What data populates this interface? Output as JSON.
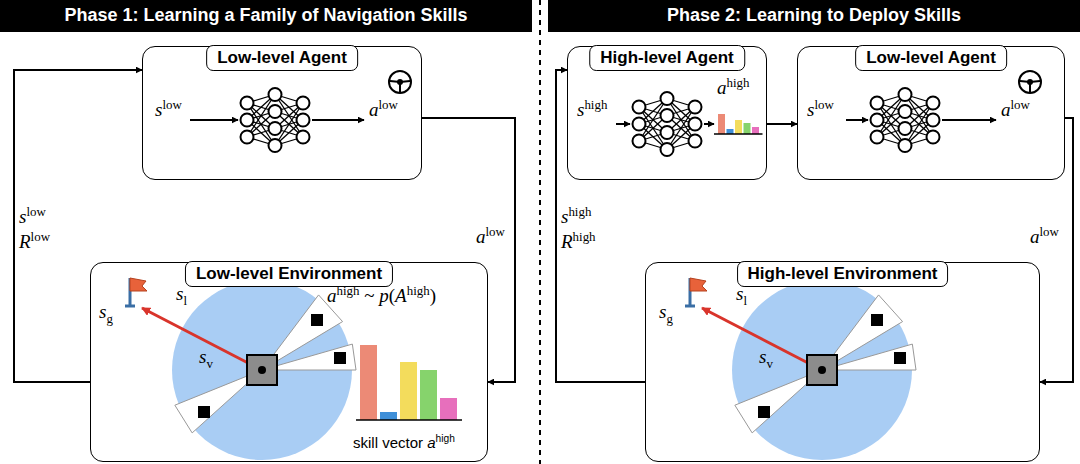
{
  "diagram": {
    "nodes": [
      {
        "text": [
          "Phase 1: Learning a Family of Navigation Skills"
        ]
      },
      {
        "text": [
          "Phase 2: Learning to Deploy Skills"
        ]
      },
      {
        "text": [
          "Low-level Agent",
          "slow",
          "alow"
        ]
      },
      {
        "text": [
          "Low-level Environment",
          "sg",
          "sl",
          "sv",
          "ahigh ~ p(Ahigh)",
          "skill vector ahigh"
        ]
      },
      {
        "text": [
          "High-level Agent",
          "shigh",
          "ahigh"
        ]
      },
      {
        "text": [
          "Low-level Agent",
          "slow",
          "alow"
        ]
      },
      {
        "text": [
          "High-level Environment",
          "sg",
          "sl",
          "sv"
        ]
      }
    ],
    "edges": [
      {
        "from": 2,
        "to": 3,
        "arrow": "to",
        "label": "alow"
      },
      {
        "from": 3,
        "to": 2,
        "arrow": "to",
        "label": "slow Rlow"
      },
      {
        "from": 4,
        "to": 5,
        "arrow": "to"
      },
      {
        "from": 5,
        "to": 6,
        "arrow": "to",
        "label": "alow"
      },
      {
        "from": 6,
        "to": 4,
        "arrow": "to",
        "label": "shigh Rhigh"
      }
    ]
  }
}
